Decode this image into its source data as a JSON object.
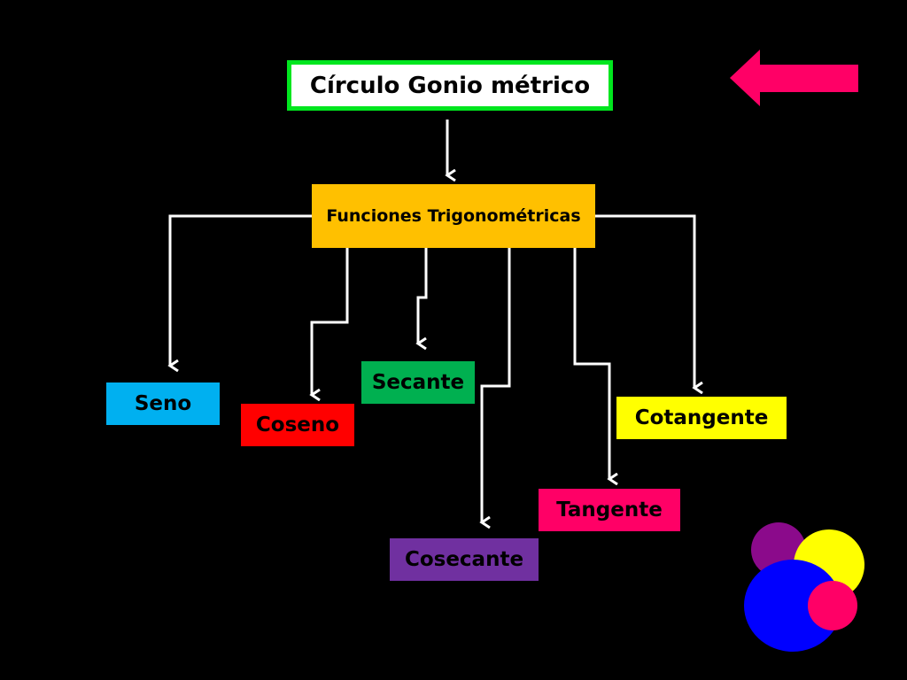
{
  "diagram": {
    "title": "Círculo Gonio métrico",
    "center": "Funciones Trigonométricas",
    "nodes": [
      {
        "id": "seno",
        "label": "Seno",
        "color": "#00b0f0",
        "text_color": "#000000"
      },
      {
        "id": "coseno",
        "label": "Coseno",
        "color": "#ff0000",
        "text_color": "#000000"
      },
      {
        "id": "secante",
        "label": "Secante",
        "color": "#00b050",
        "text_color": "#000000"
      },
      {
        "id": "cosecante",
        "label": "Cosecante",
        "color": "#7030a0",
        "text_color": "#000000"
      },
      {
        "id": "tangente",
        "label": "Tangente",
        "color": "#ff0066",
        "text_color": "#000000"
      },
      {
        "id": "cotangente",
        "label": "Cotangente",
        "color": "#ffff00",
        "text_color": "#000000"
      }
    ]
  },
  "decor": {
    "back_arrow_icon": "left-arrow-icon",
    "back_arrow_color": "#ff0066",
    "circle_colors": [
      "#8b0a8b",
      "#ffff00",
      "#0000ff",
      "#ff0066"
    ]
  },
  "colors": {
    "background": "#000000",
    "connector": "#ffffff",
    "title_border": "#00e61e",
    "center_fill": "#ffc000"
  }
}
